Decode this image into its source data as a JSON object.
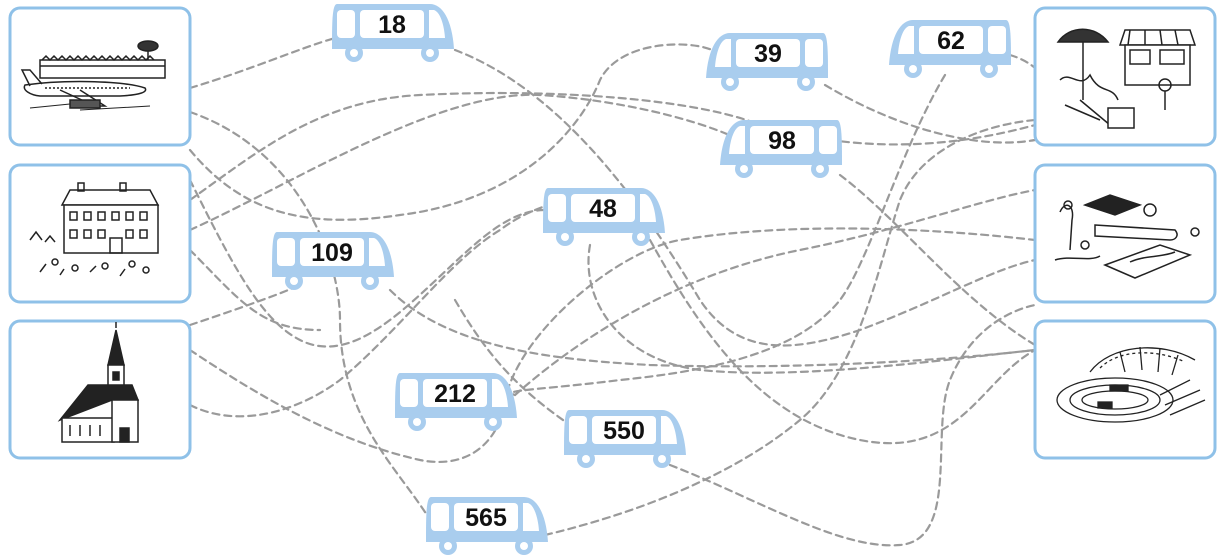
{
  "colors": {
    "bus_body": "#a9cdee",
    "bus_window": "#ffffff",
    "bus_wheel": "#ffffff",
    "frame_border": "#8fc1e8",
    "route_line": "#9a9a9a",
    "label_text": "#111111",
    "drawing_ink": "#222222"
  },
  "places": [
    {
      "id": "airport",
      "icon": "airport-icon"
    },
    {
      "id": "school",
      "icon": "school-icon"
    },
    {
      "id": "church",
      "icon": "church-icon"
    },
    {
      "id": "market",
      "icon": "market-icon"
    },
    {
      "id": "beach",
      "icon": "beach-icon"
    },
    {
      "id": "stadium",
      "icon": "stadium-icon"
    }
  ],
  "buses": [
    {
      "number": "18",
      "icon": "bus-icon"
    },
    {
      "number": "39",
      "icon": "bus-icon"
    },
    {
      "number": "62",
      "icon": "bus-icon"
    },
    {
      "number": "98",
      "icon": "bus-icon"
    },
    {
      "number": "48",
      "icon": "bus-icon"
    },
    {
      "number": "109",
      "icon": "bus-icon"
    },
    {
      "number": "212",
      "icon": "bus-icon"
    },
    {
      "number": "550",
      "icon": "bus-icon"
    },
    {
      "number": "565",
      "icon": "bus-icon"
    }
  ]
}
